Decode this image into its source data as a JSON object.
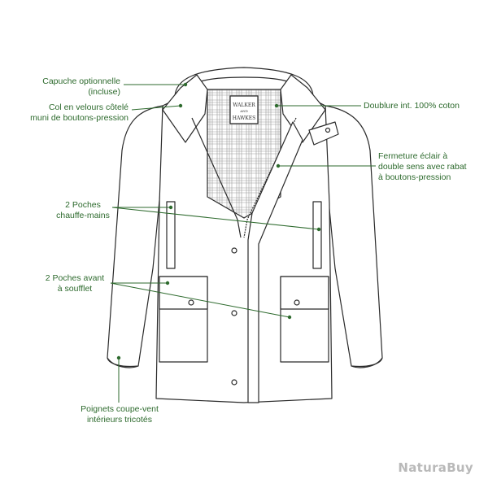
{
  "annotations": {
    "hood": [
      "Capuche optionnelle",
      "(incluse)"
    ],
    "collar": [
      "Col en velours côtelé",
      "muni de boutons-pression"
    ],
    "lining": [
      "Doublure int. 100% coton"
    ],
    "zip": [
      "Fermeture éclair à",
      "double sens avec rabat",
      "à boutons-pression"
    ],
    "hand_pockets": [
      "2 Poches",
      "chauffe-mains"
    ],
    "front_pockets": [
      "2 Poches avant",
      "à soufflet"
    ],
    "cuffs": [
      "Poignets coupe-vent",
      "intérieurs tricotés"
    ]
  },
  "tag": [
    "WALKER",
    "AND",
    "HAWKES"
  ],
  "watermark": "NaturaBuy",
  "colors": {
    "label": "#2d6a2d",
    "outline": "#2a2a2a",
    "watermark": "#b9b9b9"
  }
}
